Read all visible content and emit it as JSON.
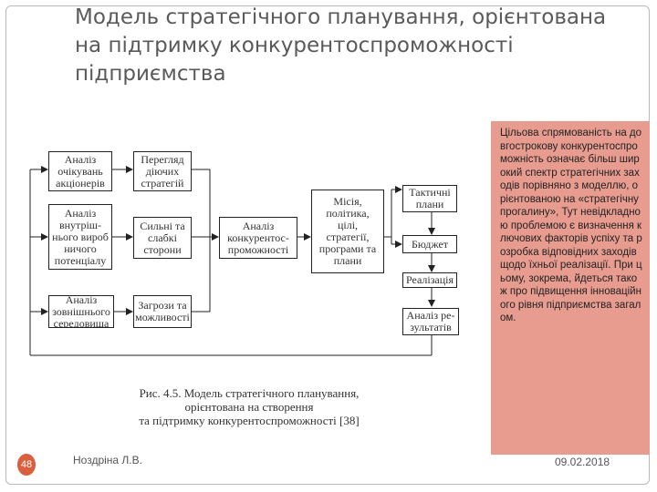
{
  "slide": {
    "title_lines": [
      "Модель стратегічного планування, орієнтована",
      "на підтримку конкурентоспроможності",
      "підприємства"
    ],
    "page_number": "48",
    "author": "Ноздріна Л.В.",
    "date": "09.02.2018"
  },
  "diagram": {
    "boxes": {
      "shareholders": "Аналіз\nочікувань\nакціонерів",
      "internal": "Аналіз\nвнутріш-\nнього вироб\nничого\nпотенціалу",
      "external": "Аналіз\nзовнішнього\nсередовища",
      "review": "Перегляд\nдіючих\nстратегій",
      "strengths": "Сильні та\nслабкі\nсторони",
      "threats": "Загрози та\nможливості",
      "competitiveness": "Аналіз\nконкурентос-\nпроможності",
      "mission": "Місія,\nполітика,\nцілі,\nстратегії,\nпрограми та\nплани",
      "tactical": "Тактичні\nплани",
      "budget": "Бюджет",
      "implementation": "Реалізація",
      "results": "Аналіз ре-\nзультатів"
    },
    "caption": "Рис. 4.5. Модель стратегічного планування,\nорієнтована на створення\nта підтримку конкурентоспроможності [38]"
  },
  "sidebar": {
    "text": "Цільова спрямованість на довгострокову конкурентоспроможність означає більш широкий спектр стратегічних заходів порівняно з моделлю, орієнтованою на «стратегічну прогалину», Тут невідкладною проблемою є визначення ключових факторів успіху та розробка відповідних заходів щодо їхньої реалізації. При цьому, зокрема, йдеться також про підвищення інноваційного рівня підприємства загалом."
  }
}
